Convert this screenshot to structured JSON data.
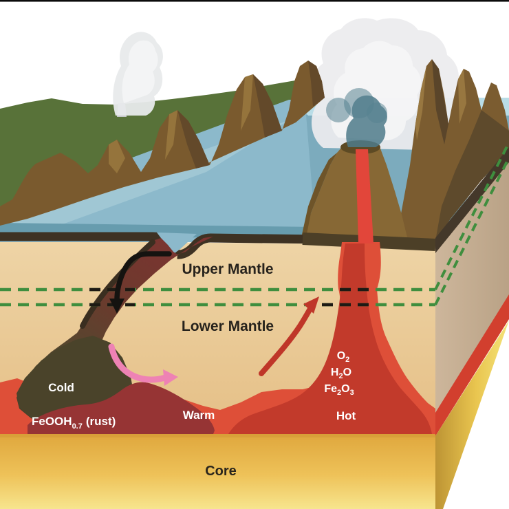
{
  "diagram": {
    "layers": {
      "upper_mantle": "Upper Mantle",
      "lower_mantle": "Lower Mantle",
      "core": "Core"
    },
    "zones": {
      "cold": "Cold",
      "warm": "Warm",
      "hot": "Hot"
    },
    "rust_label": {
      "formula": "FeOOH",
      "subscript": "0.7",
      "suffix": "(rust)"
    },
    "chemicals": {
      "o2": {
        "base": "O",
        "sub": "2"
      },
      "h2o": {
        "h": "H",
        "sub": "2",
        "o": "O"
      },
      "fe2o3": {
        "fe": "Fe",
        "sub2": "2",
        "o": "O",
        "sub3": "3"
      }
    },
    "arrows": {
      "downwelling": {
        "color": "#151310",
        "direction": "down"
      },
      "lateral_flow": {
        "color": "#ee82b4",
        "direction": "right"
      },
      "upwelling": {
        "color": "#bf3629",
        "direction": "up-right"
      }
    },
    "colors": {
      "boundary_dash_green": "#3f8e3e",
      "boundary_dash_black": "#1d1a14",
      "mantle_tan": "#ecd2a2",
      "slab_cold_olive": "#4a432a",
      "slab_maroon": "#7d3431",
      "rust_maroon": "#963434",
      "warm_red": "#de4f38",
      "hot_red": "#c23a2b",
      "core_gold": "#eac257",
      "ocean_blue": "#8cb9cb",
      "crust_brown": "#3e3223"
    }
  }
}
